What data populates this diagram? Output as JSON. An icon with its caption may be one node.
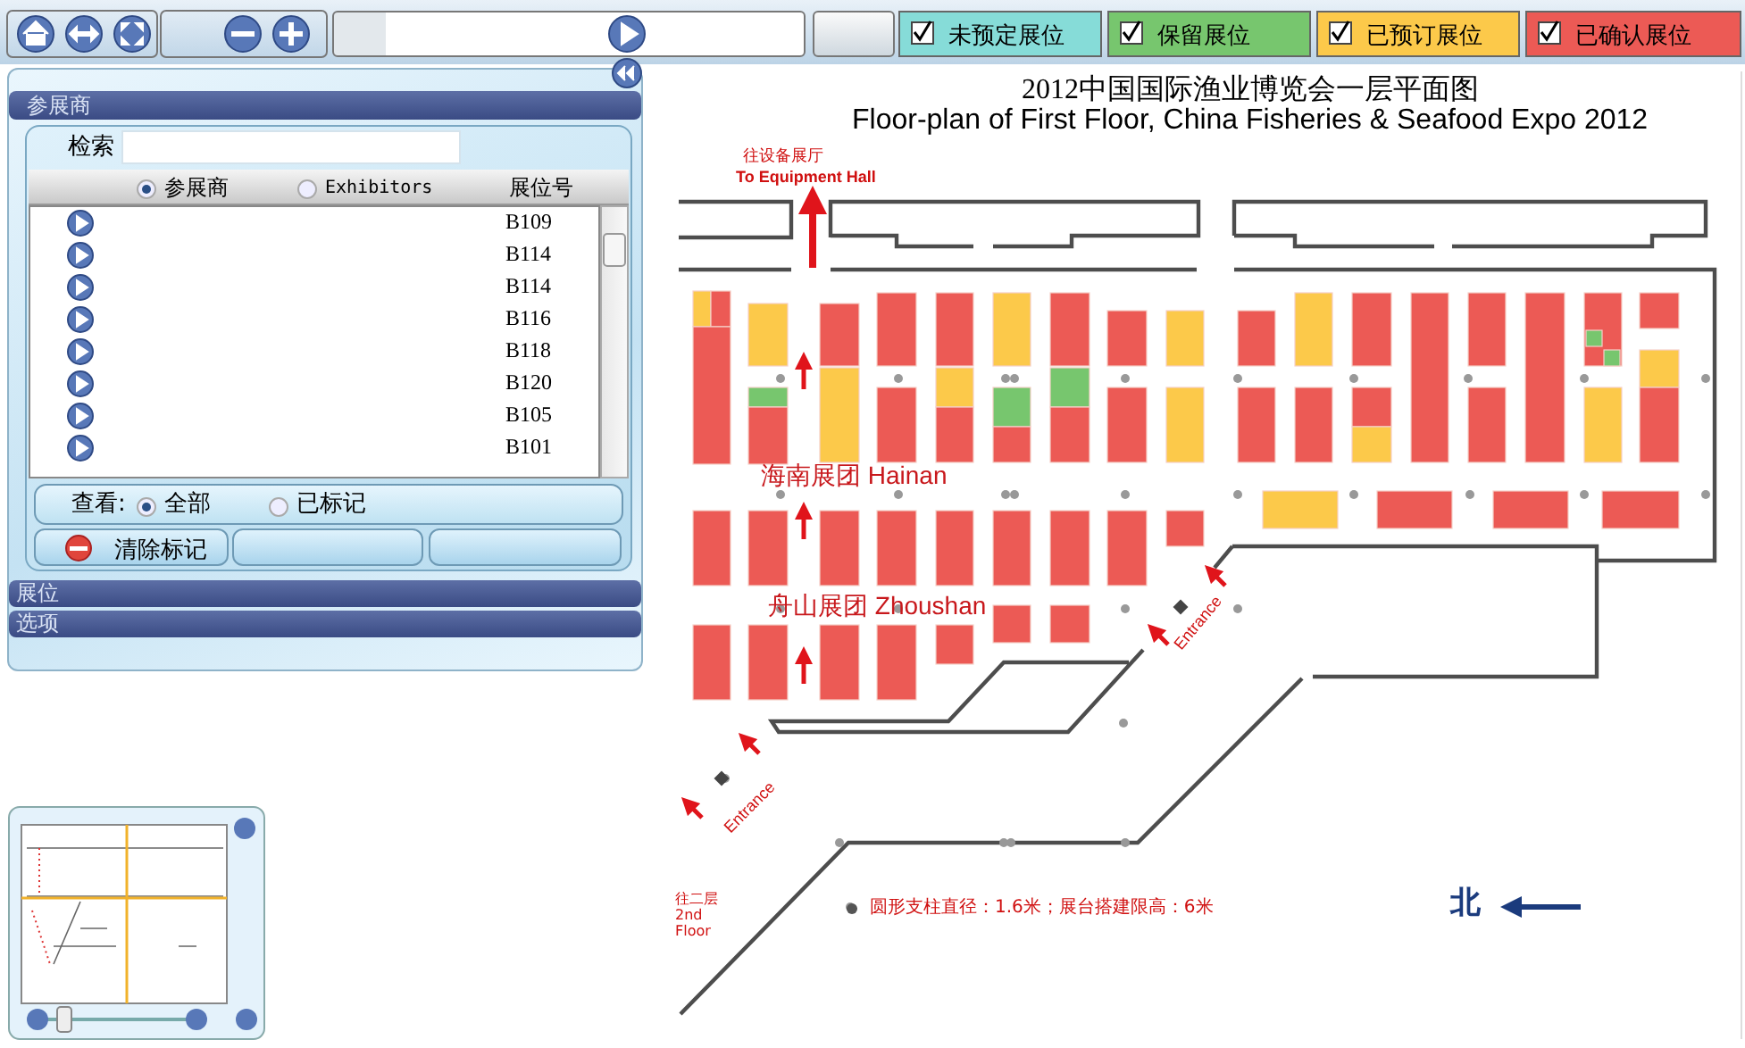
{
  "diagram": {
    "title": "2012中国国际渔业博览会一层平面图",
    "labels": [
      "参展商",
      "检索",
      "参展商",
      "Exhibitors",
      "展位号",
      "B109",
      "B114",
      "B114",
      "B116",
      "B118",
      "B120",
      "B105",
      "B101",
      "查看:",
      "全部",
      "已标记",
      "清除标记",
      "展位",
      "选项",
      "Floor-plan of First Floor, China Fisheries & Seafood Expo 2012",
      "往设备展厅",
      "To Equipment Hall",
      "海南展团 Hainan",
      "舟山展团 Zhoushan",
      "Entrance",
      "Entrance",
      "往二层 2nd Floor",
      "圆形支柱直径：1.6米；展台搭建限高：6米",
      "北"
    ],
    "legend": [
      {
        "text": "未预定展位",
        "color": "#86dcd8"
      },
      {
        "text": "保留展位",
        "color": "#77c66e"
      },
      {
        "text": "已预订展位",
        "color": "#fcc94a"
      },
      {
        "text": "已确认展位",
        "color": "#ec5a55"
      }
    ]
  }
}
